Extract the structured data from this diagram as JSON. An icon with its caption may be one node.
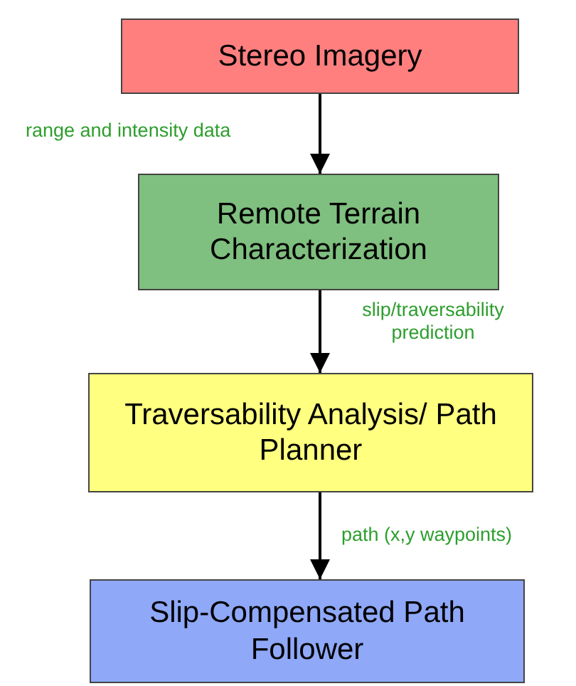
{
  "diagram": {
    "nodes": [
      {
        "text": [
          "Stereo Imagery"
        ]
      },
      {
        "text": [
          "Remote Terrain Characterization"
        ]
      },
      {
        "text": [
          "Traversability Analysis/ Path Planner"
        ]
      },
      {
        "text": [
          "Slip-Compensated Path Follower"
        ]
      }
    ],
    "edges": [
      {
        "from": 0,
        "to": 1,
        "arrow": "to",
        "label": "range and intensity data"
      },
      {
        "from": 1,
        "to": 2,
        "arrow": "to",
        "label": "slip/traversability prediction"
      },
      {
        "from": 2,
        "to": 3,
        "arrow": "to",
        "label": "path (x,y waypoints)"
      }
    ]
  }
}
